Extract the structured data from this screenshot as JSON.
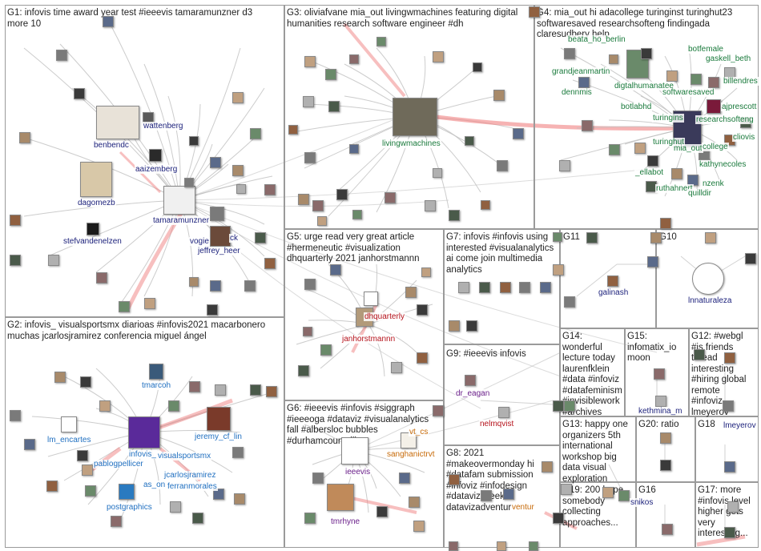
{
  "groups": [
    {
      "id": "g1",
      "title": "G1: infovis time award year test #ieeevis tamaramunzner d3\nmore 10"
    },
    {
      "id": "g2",
      "title": "G2: infovis_ visualsportsmx diarioas #infovis2021 macarbonero\nmuchas jcarlosjramirez conferencia miguel ángel"
    },
    {
      "id": "g3",
      "title": "G3: oliviafvane mia_out livingwmachines featuring digital\nhumanities research software engineer #dh"
    },
    {
      "id": "g4",
      "title": "G4: mia_out hi adacollege turinginst turinghut23\nsoftwaresaved researchsofteng findingada\nclaresudbery help"
    },
    {
      "id": "g5",
      "title": "G5: urge read very great article\n#hermeneutic #visualization\ndhquarterly 2021 janhorstmannn"
    },
    {
      "id": "g6",
      "title": "G6: #ieeevis #infovis #siggraph\n#ieeeoga #dataviz #visualanalytics\nfall #albersloc bubbles\n#durhamcountylib"
    },
    {
      "id": "g7",
      "title": "G7: infovis #infovis using\ninterested #visualanalytics\nai come join multimedia\nanalytics"
    },
    {
      "id": "g8",
      "title": "G8: 2021\n#makeovermonday hi\n#datafam submission\n#infoviz #infodesign\n#dataviz week\ndatavizadventur"
    },
    {
      "id": "g9",
      "title": "G9: #ieeevis infovis"
    },
    {
      "id": "g10",
      "title": "G10"
    },
    {
      "id": "g11",
      "title": "G11"
    },
    {
      "id": "g12",
      "title": "G12: #webgl\n#js friends\nthread\ninteresting\n#hiring global\nremote\n#infoviz\nlmeyerov"
    },
    {
      "id": "g13",
      "title": "G13: happy one\norganizers 5th\ninternational\nworkshop big\ndata visual\nexploration"
    },
    {
      "id": "g14",
      "title": "G14:\nwonderful\nlecture today\nlaurenfklein\n#data #infoviz\n#datafeminism\n#invisiblework\n#archives"
    },
    {
      "id": "g15",
      "title": "G15:\ninfomatix_io\nmoon"
    },
    {
      "id": "g16",
      "title": "G16"
    },
    {
      "id": "g17",
      "title": "G17: more\n#infovis level\nhigher gets\nvery\ninteresting..."
    },
    {
      "id": "g18",
      "title": "G18"
    },
    {
      "id": "g19",
      "title": "G19: 200 hope\nsomebody\ncollecting\napproaches..."
    },
    {
      "id": "g20",
      "title": "G20: ratio"
    }
  ],
  "labels": {
    "benbendc": "benbendc",
    "wattenberg": "wattenberg",
    "aaizemberg": "aaizemberg",
    "dagomezb": "dagomezb",
    "tamaramunzner": "tamaramunzner",
    "vogievetsky": "vogie",
    "ck": "ck",
    "jeffrey_heer": "jeffrey_heer",
    "stefanvandenelzen": "stefvandenelzen",
    "livingwmachines": "livingwmachines",
    "beatahonlin": "beata_ho_berlin",
    "grandjeanmartin": "grandjeanmartin",
    "dennmis": "dennmis",
    "digitalhumanatee": "digtalhumanatee",
    "botlabhd": "botlabhd",
    "softwaresaved": "softwaresaved",
    "botfemale": "botfemale",
    "gaskell_beth": "gaskell_beth",
    "billendres": "billendres",
    "ajprescott": "ajprescott",
    "researchsofteng": "researchsofteng",
    "cliovis": "cliovis",
    "turingins": "turingins",
    "turinghut": "turinghut",
    "mia_out": "mia_out",
    "college": "college",
    "kathynecoles": "kathynecoles",
    "ellabot": "_ellabot",
    "ruthahnert": "ruthahnert",
    "nzenk": "nzenk",
    "quilldir": "quilldir",
    "dhquarterly": "dhquarterly",
    "janhorstmannn": "janhorstmannn",
    "infovis_": "infovis_",
    "tmarcoh": "tmarcoh",
    "jeremy_cf_lin": "jeremy_cf_lin",
    "lm_encartes": "lm_encartes",
    "visualsportsmx": "visualsportsmx",
    "pablogpellicer": "pablogpellicer",
    "jcarlosjramirez": "jcarlosjramirez",
    "as_on": "as_on",
    "ferranmorales": "ferranmorales",
    "postgraphics": "postgraphics",
    "vt_cs": "vt_cs",
    "sanghanictrvt": "sanghanictrvt",
    "ieeevis": "ieeevis",
    "tmrhyne": "tmrhyne",
    "dr_eagan": "dr_eagan",
    "nelmqvist": "nelmqvist",
    "datavizadventur": "ventur",
    "galinash": "galinash",
    "lnnaturaleza": "lnnaturaleza",
    "kethmina_m": "kethmina_m",
    "lmeyerov": "lmeyerov",
    "snikos": "snikos"
  },
  "icon_names": [
    "profile-avatar",
    "logo-avatar",
    "infovis-logo",
    "ln-logo",
    "rse-logo",
    "wp-logo",
    "m-logo"
  ],
  "colors": {
    "panel_border": "#9a9a9a",
    "edge": "#bfbfbf",
    "highlight_edge": "#f08080"
  }
}
